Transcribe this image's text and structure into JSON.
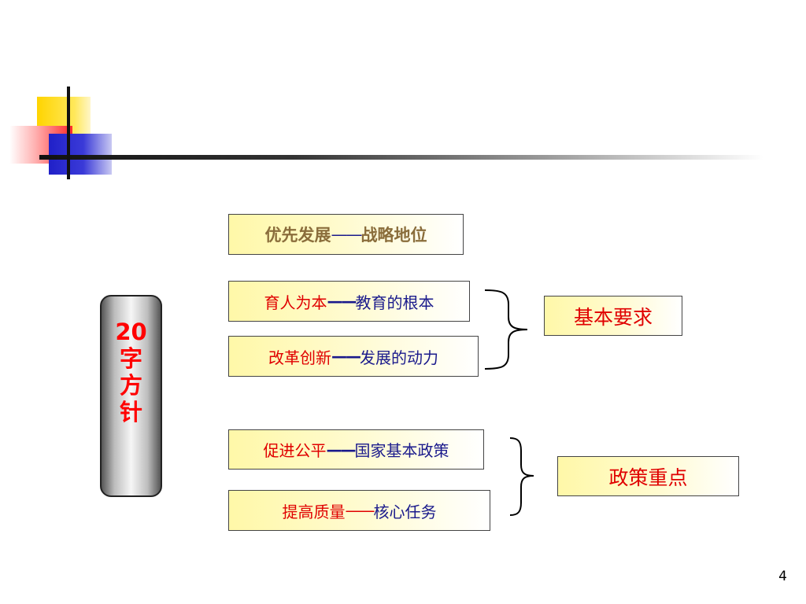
{
  "pillar": {
    "text": [
      "20",
      "字",
      "方",
      "针"
    ]
  },
  "items": [
    {
      "left": "优先发展",
      "sep": "——",
      "right": "战略地位"
    },
    {
      "left": "育人为本",
      "sep": "——",
      "right": "教育的根本"
    },
    {
      "left": "改革创新",
      "sep": "——",
      "right": "发展的动力"
    },
    {
      "left": "促进公平",
      "sep": "——",
      "right": "国家基本政策"
    },
    {
      "left": "提高质量",
      "sep": "——",
      "right": "核心任务"
    }
  ],
  "groups": [
    {
      "label": "基本要求"
    },
    {
      "label": "政策重点"
    }
  ],
  "page_number": "4",
  "colors": {
    "emphasis": "#e00000",
    "secondary": "#1a1a8c",
    "box_fill": "#fff8a8"
  }
}
